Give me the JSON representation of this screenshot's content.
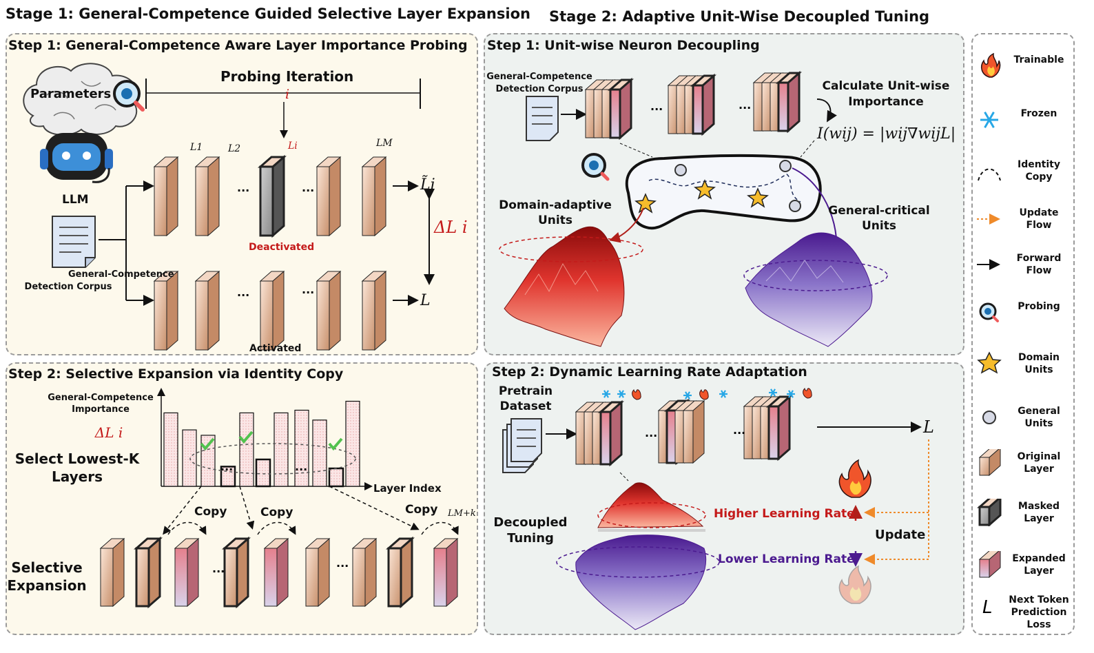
{
  "stage1": {
    "title": "Stage 1: General-Competence Guided Selective Layer Expansion",
    "step1": {
      "title": "Step 1: General-Competence Aware Layer Importance Probing",
      "parameters": "Parameters",
      "llm": "LLM",
      "probing_iteration": "Probing Iteration",
      "iter_var": "i",
      "corpus_line1": "General-Competence",
      "corpus_line2": "Detection  Corpus",
      "layer_labels": [
        "L1",
        "L2",
        "Li",
        "LM"
      ],
      "deactivated": "Deactivated",
      "activated": "Activated",
      "loss_tilde": "L̃i",
      "loss": "L",
      "delta_loss": "ΔL i"
    },
    "step2": {
      "title": "Step 2: Selective Expansion via Identity Copy",
      "importance_line1": "General-Competence",
      "importance_line2": "Importance",
      "delta_loss": "ΔL i",
      "select_line1": "Select Lowest-K",
      "select_line2": "Layers",
      "layer_index": "Layer Index",
      "copy": "Copy",
      "lmk": "LM+k",
      "selective_line1": "Selective",
      "selective_line2": "Expansion",
      "dots": "..."
    }
  },
  "stage2": {
    "title": "Stage 2: Adaptive Unit-Wise Decoupled Tuning",
    "step1": {
      "title": "Step 1: Unit-wise Neuron Decoupling",
      "corpus_line1": "General-Competence",
      "corpus_line2": "Detection  Corpus",
      "calc_line1": "Calculate Unit-wise",
      "calc_line2": "Importance",
      "formula": "I(wij) = |wij∇wijL|",
      "domain_line1": "Domain-adaptive",
      "domain_line2": "Units",
      "general_line1": "General-critical",
      "general_line2": "Units"
    },
    "step2": {
      "title": "Step 2: Dynamic Learning Rate Adaptation",
      "pretrain_line1": "Pretrain",
      "pretrain_line2": "Dataset",
      "decoupled_line1": "Decoupled",
      "decoupled_line2": "Tuning",
      "higher_lr": "Higher Learning Rate",
      "lower_lr": "Lower Learning Rate",
      "update": "Update",
      "loss": "L"
    }
  },
  "legend": [
    {
      "icon": "fire-icon",
      "label": "Trainable"
    },
    {
      "icon": "snowflake-icon",
      "label": "Frozen"
    },
    {
      "icon": "dashed-arc-icon",
      "label": "Identity\nCopy"
    },
    {
      "icon": "orange-dotted-arrow-icon",
      "label": "Update\nFlow"
    },
    {
      "icon": "black-arrow-icon",
      "label": "Forward\nFlow"
    },
    {
      "icon": "magnifier-icon",
      "label": "Probing"
    },
    {
      "icon": "star-icon",
      "label": "Domain\nUnits"
    },
    {
      "icon": "circle-icon",
      "label": "General\nUnits"
    },
    {
      "icon": "original-layer-icon",
      "label": "Original\nLayer"
    },
    {
      "icon": "masked-layer-icon",
      "label": "Masked\nLayer"
    },
    {
      "icon": "expanded-layer-icon",
      "label": "Expanded\nLayer"
    },
    {
      "icon": "script-l-icon",
      "label": "Next Token\nPrediction\nLoss"
    }
  ],
  "colors": {
    "panel_left_bg": "#fdf9ec",
    "panel_right_bg": "#eef2f0",
    "layer_orange": "#e2b595",
    "layer_pink": "#dd8893",
    "masked_gray": "#9a9a9a",
    "red_text": "#c41a1a",
    "purple_text": "#4b1a8f",
    "orange_update": "#ef8a2a"
  },
  "bar_heights": [
    0.82,
    0.63,
    0.57,
    0.22,
    0.82,
    0.3,
    0.82,
    0.85,
    0.74,
    0.2,
    0.95
  ]
}
